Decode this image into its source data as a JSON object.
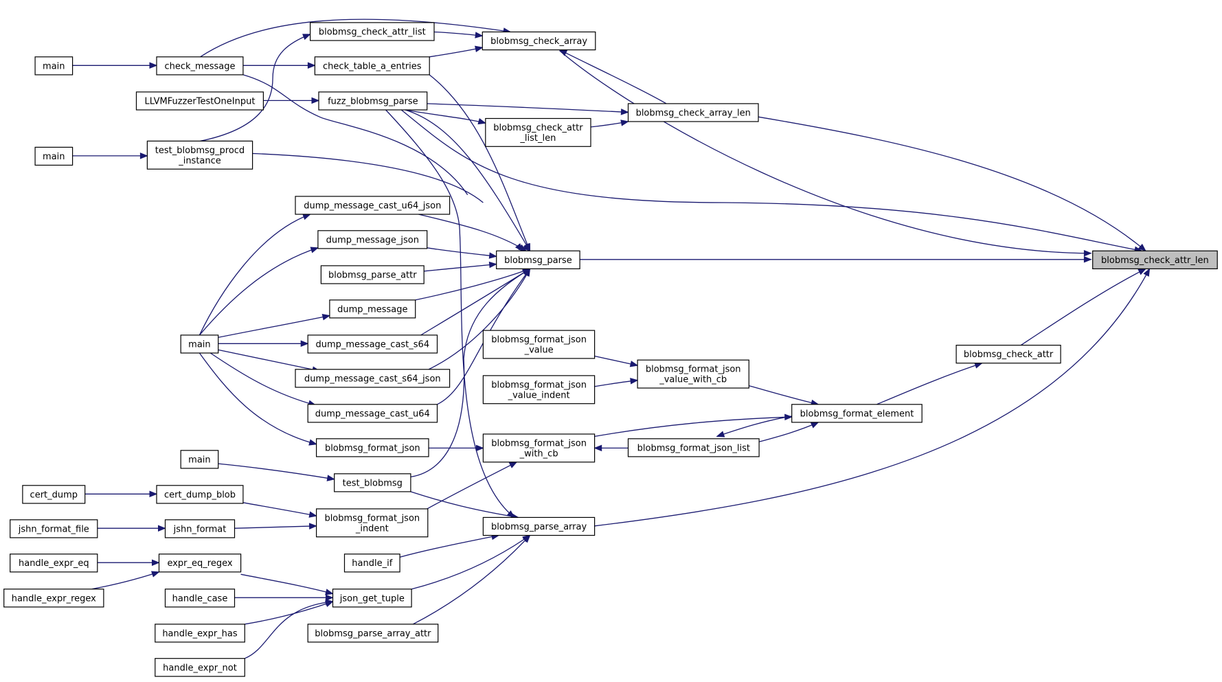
{
  "graph": {
    "root": "n_root",
    "colors": {
      "edge": "#191970",
      "root_fill": "#bfbfbf",
      "node_fill": "#ffffff",
      "node_border": "#000000"
    },
    "nodes": [
      {
        "id": "n_root",
        "label": [
          "blobmsg_check_attr_len"
        ]
      },
      {
        "id": "n_check_array",
        "label": [
          "blobmsg_check_array"
        ]
      },
      {
        "id": "n_check_array_len",
        "label": [
          "blobmsg_check_array_len"
        ]
      },
      {
        "id": "n_check_attr_list",
        "label": [
          "blobmsg_check_attr_list"
        ]
      },
      {
        "id": "n_check_attr_list_len",
        "label": [
          "blobmsg_check_attr",
          "_list_len"
        ]
      },
      {
        "id": "n_check_table",
        "label": [
          "check_table_a_entries"
        ]
      },
      {
        "id": "n_check_message",
        "label": [
          "check_message"
        ]
      },
      {
        "id": "n_main1",
        "label": [
          "main"
        ]
      },
      {
        "id": "n_llvm",
        "label": [
          "LLVMFuzzerTestOneInput"
        ]
      },
      {
        "id": "n_fuzz",
        "label": [
          "fuzz_blobmsg_parse"
        ]
      },
      {
        "id": "n_main2",
        "label": [
          "main"
        ]
      },
      {
        "id": "n_procd",
        "label": [
          "test_blobmsg_procd",
          "_instance"
        ]
      },
      {
        "id": "n_dump_u64_json",
        "label": [
          "dump_message_cast_u64_json"
        ]
      },
      {
        "id": "n_dump_json",
        "label": [
          "dump_message_json"
        ]
      },
      {
        "id": "n_parse_attr",
        "label": [
          "blobmsg_parse_attr"
        ]
      },
      {
        "id": "n_parse",
        "label": [
          "blobmsg_parse"
        ]
      },
      {
        "id": "n_dump_message",
        "label": [
          "dump_message"
        ]
      },
      {
        "id": "n_main3",
        "label": [
          "main"
        ]
      },
      {
        "id": "n_dump_s64",
        "label": [
          "dump_message_cast_s64"
        ]
      },
      {
        "id": "n_dump_s64_json",
        "label": [
          "dump_message_cast_s64_json"
        ]
      },
      {
        "id": "n_dump_u64",
        "label": [
          "dump_message_cast_u64"
        ]
      },
      {
        "id": "n_format_json",
        "label": [
          "blobmsg_format_json"
        ]
      },
      {
        "id": "n_fmt_value",
        "label": [
          "blobmsg_format_json",
          "_value"
        ]
      },
      {
        "id": "n_fmt_value_cb",
        "label": [
          "blobmsg_format_json",
          "_value_with_cb"
        ]
      },
      {
        "id": "n_fmt_value_indent",
        "label": [
          "blobmsg_format_json",
          "_value_indent"
        ]
      },
      {
        "id": "n_check_attr",
        "label": [
          "blobmsg_check_attr"
        ]
      },
      {
        "id": "n_format_element",
        "label": [
          "blobmsg_format_element"
        ]
      },
      {
        "id": "n_fmt_with_cb",
        "label": [
          "blobmsg_format_json",
          "_with_cb"
        ]
      },
      {
        "id": "n_fmt_list",
        "label": [
          "blobmsg_format_json_list"
        ]
      },
      {
        "id": "n_main4",
        "label": [
          "main"
        ]
      },
      {
        "id": "n_test_blobmsg",
        "label": [
          "test_blobmsg"
        ]
      },
      {
        "id": "n_cert_dump",
        "label": [
          "cert_dump"
        ]
      },
      {
        "id": "n_cert_dump_blob",
        "label": [
          "cert_dump_blob"
        ]
      },
      {
        "id": "n_fmt_indent",
        "label": [
          "blobmsg_format_json",
          "_indent"
        ]
      },
      {
        "id": "n_jshn_file",
        "label": [
          "jshn_format_file"
        ]
      },
      {
        "id": "n_jshn_format",
        "label": [
          "jshn_format"
        ]
      },
      {
        "id": "n_parse_array",
        "label": [
          "blobmsg_parse_array"
        ]
      },
      {
        "id": "n_handle_eq",
        "label": [
          "handle_expr_eq"
        ]
      },
      {
        "id": "n_expr_eq_regex",
        "label": [
          "expr_eq_regex"
        ]
      },
      {
        "id": "n_handle_if",
        "label": [
          "handle_if"
        ]
      },
      {
        "id": "n_handle_regex",
        "label": [
          "handle_expr_regex"
        ]
      },
      {
        "id": "n_handle_case",
        "label": [
          "handle_case"
        ]
      },
      {
        "id": "n_json_tuple",
        "label": [
          "json_get_tuple"
        ]
      },
      {
        "id": "n_handle_has",
        "label": [
          "handle_expr_has"
        ]
      },
      {
        "id": "n_parse_array_attr",
        "label": [
          "blobmsg_parse_array_attr"
        ]
      },
      {
        "id": "n_handle_not",
        "label": [
          "handle_expr_not"
        ]
      }
    ],
    "edges": [
      {
        "from": "n_check_array",
        "to": "n_root"
      },
      {
        "from": "n_check_array_len",
        "to": "n_root"
      },
      {
        "from": "n_parse",
        "to": "n_root"
      },
      {
        "from": "n_check_attr",
        "to": "n_root"
      },
      {
        "from": "n_parse_array",
        "to": "n_root"
      },
      {
        "from": "n_fuzz",
        "to": "n_root"
      },
      {
        "from": "n_check_message",
        "to": "n_check_array"
      },
      {
        "from": "n_check_attr_list",
        "to": "n_check_array"
      },
      {
        "from": "n_check_table",
        "to": "n_check_array"
      },
      {
        "from": "n_fuzz",
        "to": "n_check_array_len"
      },
      {
        "from": "n_check_attr_list_len",
        "to": "n_check_array_len"
      },
      {
        "from": "n_check_array_len",
        "to": "n_check_array"
      },
      {
        "from": "n_procd",
        "to": "n_check_attr_list"
      },
      {
        "from": "n_fuzz",
        "to": "n_check_attr_list_len"
      },
      {
        "from": "n_check_message",
        "to": "n_check_table"
      },
      {
        "from": "n_main1",
        "to": "n_check_message"
      },
      {
        "from": "n_llvm",
        "to": "n_fuzz"
      },
      {
        "from": "n_main2",
        "to": "n_procd"
      },
      {
        "from": "n_check_table",
        "to": "n_parse"
      },
      {
        "from": "n_check_message",
        "to": "n_parse"
      },
      {
        "from": "n_fuzz",
        "to": "n_parse"
      },
      {
        "from": "n_procd",
        "to": "n_parse"
      },
      {
        "from": "n_dump_u64_json",
        "to": "n_parse"
      },
      {
        "from": "n_dump_json",
        "to": "n_parse"
      },
      {
        "from": "n_parse_attr",
        "to": "n_parse"
      },
      {
        "from": "n_dump_message",
        "to": "n_parse"
      },
      {
        "from": "n_dump_s64",
        "to": "n_parse"
      },
      {
        "from": "n_dump_s64_json",
        "to": "n_parse"
      },
      {
        "from": "n_dump_u64",
        "to": "n_parse"
      },
      {
        "from": "n_test_blobmsg",
        "to": "n_parse"
      },
      {
        "from": "n_main3",
        "to": "n_dump_u64_json"
      },
      {
        "from": "n_main3",
        "to": "n_dump_json"
      },
      {
        "from": "n_main3",
        "to": "n_dump_message"
      },
      {
        "from": "n_main3",
        "to": "n_dump_s64"
      },
      {
        "from": "n_main3",
        "to": "n_dump_s64_json"
      },
      {
        "from": "n_main3",
        "to": "n_dump_u64"
      },
      {
        "from": "n_main3",
        "to": "n_format_json"
      },
      {
        "from": "n_format_element",
        "to": "n_check_attr"
      },
      {
        "from": "n_fmt_value",
        "to": "n_fmt_value_cb"
      },
      {
        "from": "n_fmt_value_indent",
        "to": "n_fmt_value_cb"
      },
      {
        "from": "n_fmt_value_cb",
        "to": "n_format_element"
      },
      {
        "from": "n_fmt_with_cb",
        "to": "n_format_element"
      },
      {
        "from": "n_fmt_list",
        "to": "n_format_element"
      },
      {
        "from": "n_format_element",
        "to": "n_fmt_list"
      },
      {
        "from": "n_fmt_list",
        "to": "n_fmt_with_cb"
      },
      {
        "from": "n_format_json",
        "to": "n_fmt_with_cb"
      },
      {
        "from": "n_fmt_indent",
        "to": "n_fmt_with_cb"
      },
      {
        "from": "n_fuzz",
        "to": "n_parse_array"
      },
      {
        "from": "n_test_blobmsg",
        "to": "n_parse_array"
      },
      {
        "from": "n_main4",
        "to": "n_test_blobmsg"
      },
      {
        "from": "n_cert_dump",
        "to": "n_cert_dump_blob"
      },
      {
        "from": "n_cert_dump_blob",
        "to": "n_fmt_indent"
      },
      {
        "from": "n_jshn_file",
        "to": "n_jshn_format"
      },
      {
        "from": "n_jshn_format",
        "to": "n_fmt_indent"
      },
      {
        "from": "n_handle_if",
        "to": "n_parse_array"
      },
      {
        "from": "n_json_tuple",
        "to": "n_parse_array"
      },
      {
        "from": "n_parse_array_attr",
        "to": "n_parse_array"
      },
      {
        "from": "n_handle_eq",
        "to": "n_expr_eq_regex"
      },
      {
        "from": "n_handle_regex",
        "to": "n_expr_eq_regex"
      },
      {
        "from": "n_expr_eq_regex",
        "to": "n_json_tuple"
      },
      {
        "from": "n_handle_case",
        "to": "n_json_tuple"
      },
      {
        "from": "n_handle_has",
        "to": "n_json_tuple"
      },
      {
        "from": "n_handle_not",
        "to": "n_json_tuple"
      }
    ]
  }
}
